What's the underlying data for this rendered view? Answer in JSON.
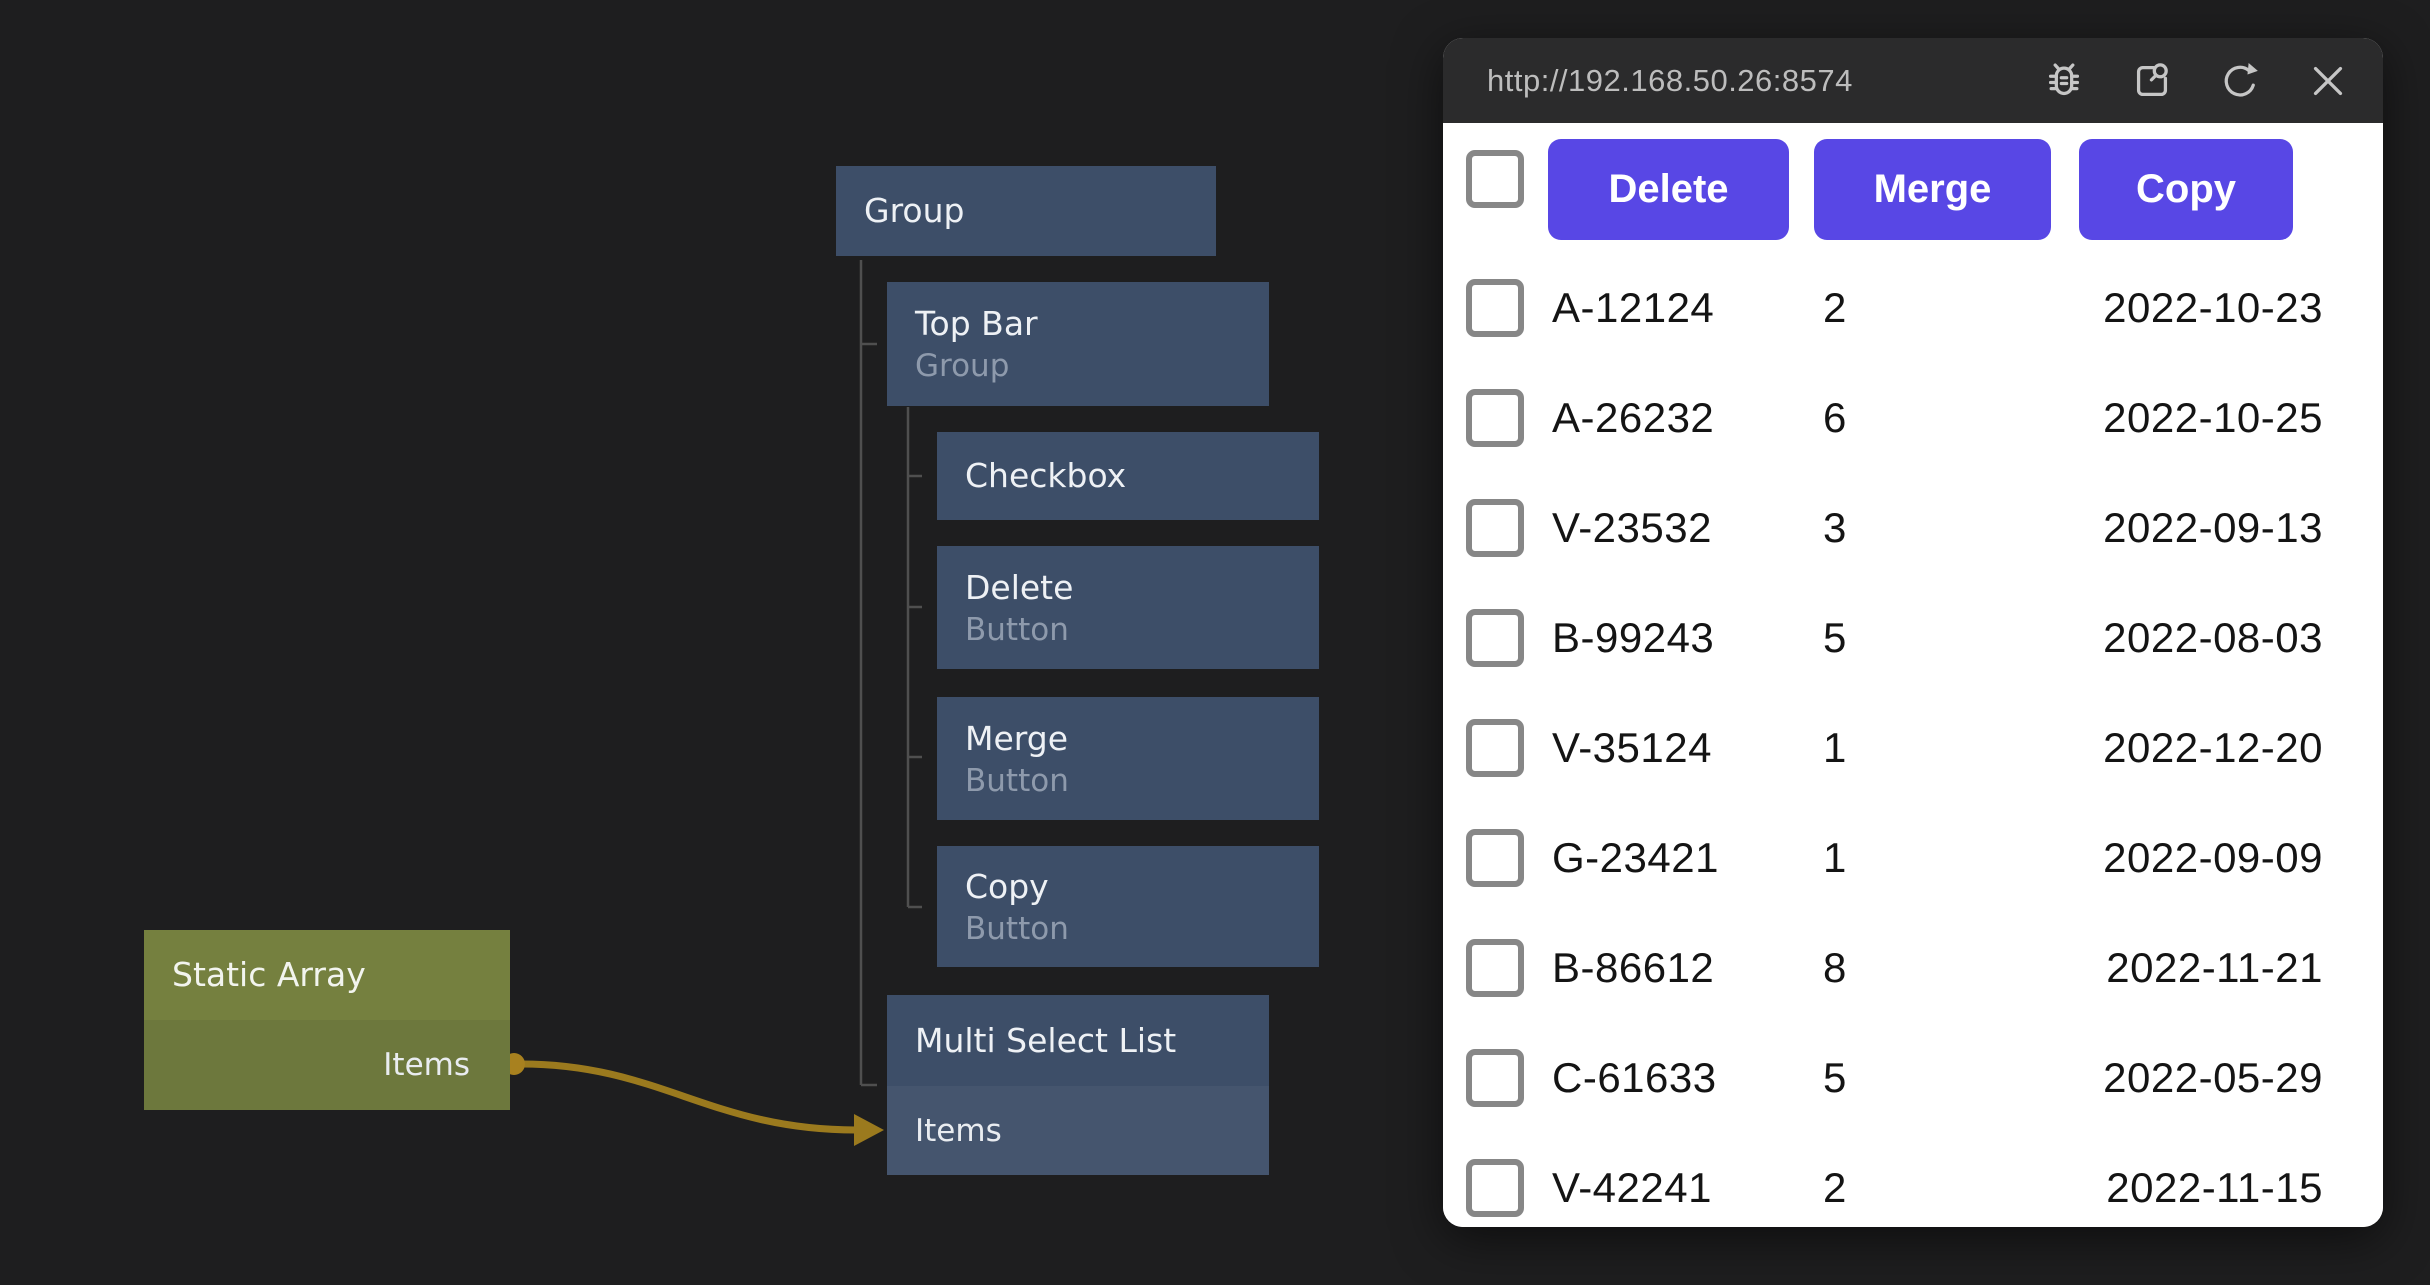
{
  "colors": {
    "canvas_bg": "#1e1e1f",
    "titlebar_bg": "#2b2b2c",
    "accent_purple": "#5847e5",
    "node_blue": "#3d4e68",
    "node_blue_light": "#45556e",
    "node_olive": "#75803f",
    "node_olive_dark": "#6d783d",
    "wire_gold": "#9b7a1e",
    "connector_gray": "#4f4f4f"
  },
  "preview": {
    "url": "http://192.168.50.26:8574",
    "titlebar_icons": [
      "debug",
      "open-inspect",
      "refresh",
      "close"
    ],
    "toolbar": {
      "buttons": [
        "Delete",
        "Merge",
        "Copy"
      ]
    },
    "rows": [
      {
        "id": "A-12124",
        "qty": "2",
        "date": "2022-10-23"
      },
      {
        "id": "A-26232",
        "qty": "6",
        "date": "2022-10-25"
      },
      {
        "id": "V-23532",
        "qty": "3",
        "date": "2022-09-13"
      },
      {
        "id": "B-99243",
        "qty": "5",
        "date": "2022-08-03"
      },
      {
        "id": "V-35124",
        "qty": "1",
        "date": "2022-12-20"
      },
      {
        "id": "G-23421",
        "qty": "1",
        "date": "2022-09-09"
      },
      {
        "id": "B-86612",
        "qty": "8",
        "date": "2022-11-21"
      },
      {
        "id": "C-61633",
        "qty": "5",
        "date": "2022-05-29"
      },
      {
        "id": "V-42241",
        "qty": "2",
        "date": "2022-11-15"
      }
    ]
  },
  "graph": {
    "nodes": {
      "group": {
        "title": "Group"
      },
      "top_bar": {
        "title": "Top Bar",
        "subtitle": "Group"
      },
      "checkbox": {
        "title": "Checkbox"
      },
      "delete": {
        "title": "Delete",
        "subtitle": "Button"
      },
      "merge": {
        "title": "Merge",
        "subtitle": "Button"
      },
      "copy": {
        "title": "Copy",
        "subtitle": "Button"
      },
      "multi_select_list": {
        "title": "Multi Select List",
        "port_in": "Items"
      },
      "static_array": {
        "title": "Static Array",
        "port_out": "Items"
      }
    }
  }
}
